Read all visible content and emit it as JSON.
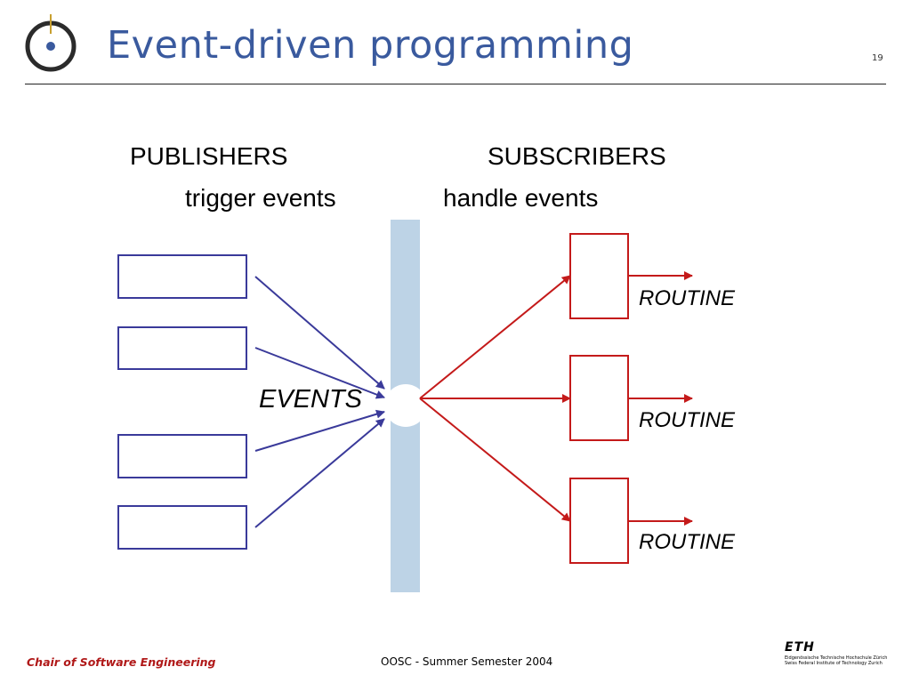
{
  "slide": {
    "title": "Event-driven programming",
    "page_number": "19"
  },
  "diagram": {
    "publishers_label": "PUBLISHERS",
    "publishers_subtitle": "trigger events",
    "subscribers_label": "SUBSCRIBERS",
    "subscribers_subtitle": "handle events",
    "events_label": "EVENTS",
    "routines": [
      "ROUTINE",
      "ROUTINE",
      "ROUTINE"
    ],
    "colors": {
      "publisher_box": "#3a3a9a",
      "publisher_arrow": "#3a3a9a",
      "subscriber_box": "#c41a1a",
      "subscriber_arrow": "#c41a1a",
      "event_bus": "#bdd3e6"
    }
  },
  "footer": {
    "chair": "Chair of Software Engineering",
    "course": "OOSC - Summer Semester 2004",
    "eth_logo_text": "ETH",
    "eth_line1": "Eidgenössische Technische Hochschule Zürich",
    "eth_line2": "Swiss Federal Institute of Technology Zurich"
  }
}
